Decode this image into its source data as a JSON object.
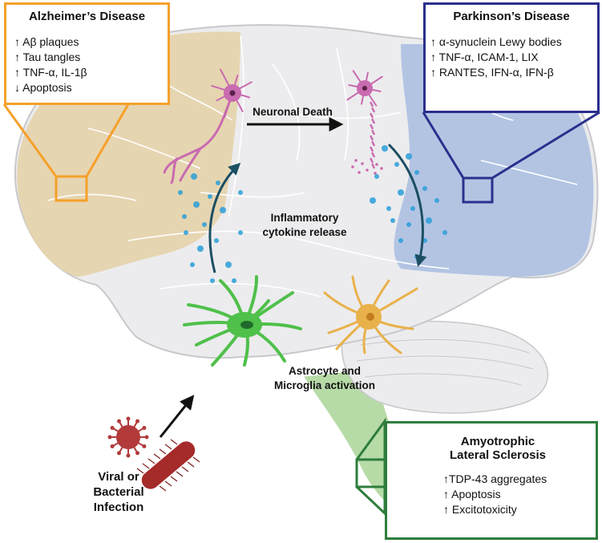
{
  "alzheimers": {
    "title": "Alzheimer’s Disease",
    "items": [
      "↑ Aβ plaques",
      "↑ Tau tangles",
      "↑ TNF-α, IL-1β",
      "↓ Apoptosis"
    ],
    "color": "#f5a02a"
  },
  "parkinsons": {
    "title": "Parkinson’s Disease",
    "items": [
      "↑ α-synuclein Lewy bodies",
      "↑ TNF-α, ICAM-1, LIX",
      "↑ RANTES, IFN-α, IFN-β"
    ],
    "color": "#2b2f8c"
  },
  "als": {
    "title_line1": "Amyotrophic",
    "title_line2": "Lateral Sclerosis",
    "items": [
      "↑TDP-43 aggregates",
      "↑ Apoptosis",
      "↑ Excitotoxicity"
    ],
    "color": "#2e7d3c"
  },
  "labels": {
    "neuronal_death": "Neuronal Death",
    "cytokine_line1": "Inflammatory",
    "cytokine_line2": "cytokine release",
    "activation_line1": "Astrocyte and",
    "activation_line2": "Microglia activation",
    "infection_line1": "Viral or",
    "infection_line2": "Bacterial",
    "infection_line3": "Infection"
  },
  "colors": {
    "brain_fill": "#ececee",
    "brain_stroke": "#c8c8cc",
    "frontal_lobe": "#e6d3aa",
    "occipital_lobe": "#a9bde0",
    "brainstem": "#b7dba7",
    "neuron": "#c96bb0",
    "astrocyte": "#4fc04a",
    "microglia": "#e9b14a",
    "cytokine": "#2a9fd8",
    "curved_arrow": "#1b4f63",
    "virus": "#b23a3a",
    "bacterium": "#a52a2a"
  }
}
